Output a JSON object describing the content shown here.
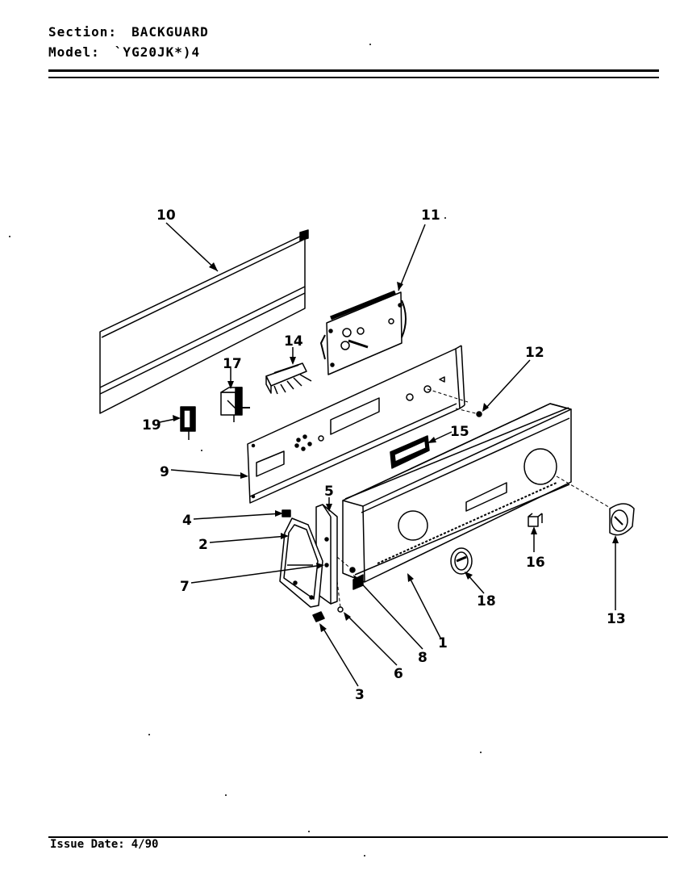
{
  "header": {
    "section_label": "Section:",
    "section_value": "BACKGUARD",
    "model_label": "Model:",
    "model_value": "`YG20JK*)4"
  },
  "callouts": [
    "10",
    "11",
    "14",
    "12",
    "17",
    "19",
    "15",
    "9",
    "5",
    "4",
    "2",
    "7",
    "16",
    "18",
    "13",
    "1",
    "8",
    "6",
    "3"
  ],
  "footer": {
    "issue_label": "Issue Date:",
    "issue_value": "4/90"
  }
}
